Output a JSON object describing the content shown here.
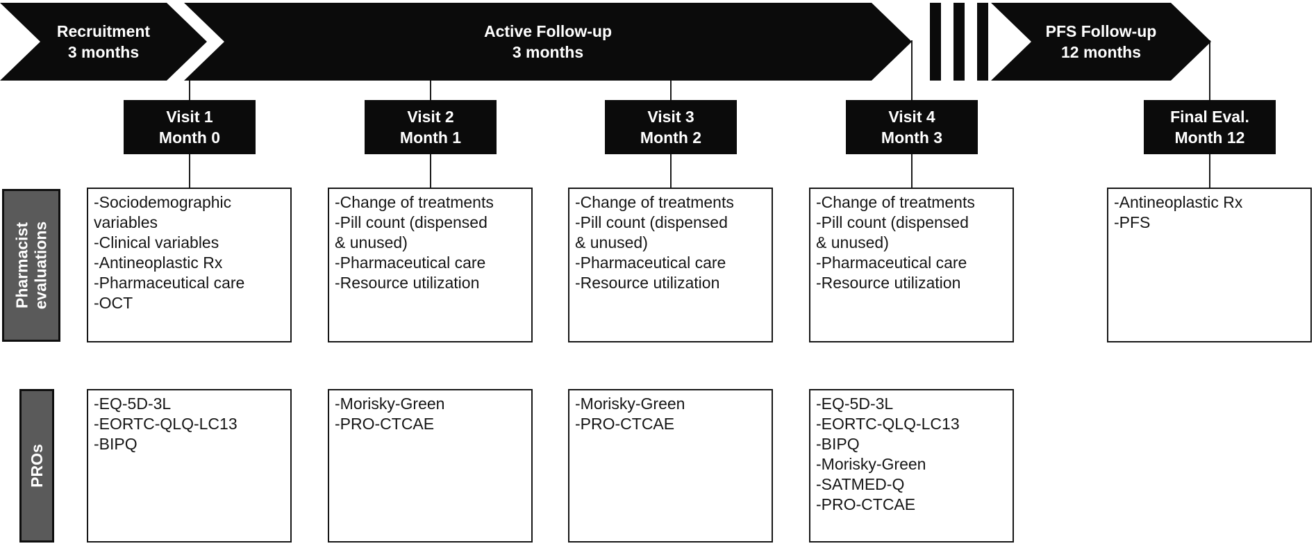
{
  "colors": {
    "shape_black": "#0b0b0b",
    "label_gray": "#5a5a5a",
    "line": "#1a1a1a"
  },
  "timeline": {
    "phases": [
      {
        "line1": "Recruitment",
        "line2": "3 months"
      },
      {
        "line1": "Active Follow-up",
        "line2": "3 months"
      },
      {
        "line1": "PFS Follow-up",
        "line2": "12 months"
      }
    ],
    "break_icon": "pause-bars"
  },
  "row_labels": {
    "pharmacist": {
      "line1": "Pharmacist",
      "line2": "evaluations"
    },
    "pros": "PROs"
  },
  "columns": [
    {
      "visit": {
        "line1": "Visit 1",
        "line2": "Month 0"
      },
      "pharmacist_items": [
        "-Sociodemographic\nvariables",
        "-Clinical variables",
        "-Antineoplastic Rx",
        "-Pharmaceutical care",
        "-OCT"
      ],
      "pro_items": [
        "-EQ-5D-3L",
        "-EORTC-QLQ-LC13",
        "-BIPQ"
      ]
    },
    {
      "visit": {
        "line1": "Visit 2",
        "line2": "Month 1"
      },
      "pharmacist_items": [
        "-Change of treatments",
        "-Pill count (dispensed\n& unused)",
        "-Pharmaceutical care",
        "-Resource utilization"
      ],
      "pro_items": [
        "-Morisky-Green",
        "-PRO-CTCAE"
      ]
    },
    {
      "visit": {
        "line1": "Visit 3",
        "line2": "Month 2"
      },
      "pharmacist_items": [
        "-Change of treatments",
        "-Pill count (dispensed\n& unused)",
        "-Pharmaceutical care",
        "-Resource utilization"
      ],
      "pro_items": [
        "-Morisky-Green",
        "-PRO-CTCAE"
      ]
    },
    {
      "visit": {
        "line1": "Visit 4",
        "line2": "Month 3"
      },
      "pharmacist_items": [
        "-Change of treatments",
        "-Pill count (dispensed\n& unused)",
        "-Pharmaceutical care",
        "-Resource utilization"
      ],
      "pro_items": [
        "-EQ-5D-3L",
        "-EORTC-QLQ-LC13",
        "-BIPQ",
        "-Morisky-Green",
        "-SATMED-Q",
        "-PRO-CTCAE"
      ]
    },
    {
      "visit": {
        "line1": "Final Eval.",
        "line2": "Month 12"
      },
      "pharmacist_items": [
        "-Antineoplastic Rx",
        "-PFS"
      ]
    }
  ]
}
